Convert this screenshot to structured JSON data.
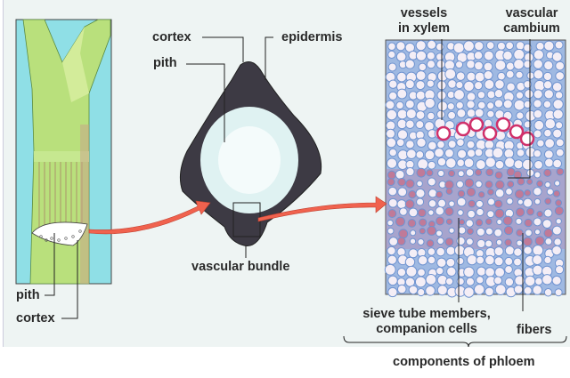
{
  "stem_panel": {
    "labels": {
      "pith": "pith",
      "cortex": "cortex"
    }
  },
  "cross_section": {
    "labels": {
      "cortex": "cortex",
      "epidermis": "epidermis",
      "pith": "pith",
      "vascular_bundle": "vascular bundle"
    }
  },
  "micrograph": {
    "labels": {
      "vessels_line1": "vessels",
      "vessels_line2": "in xylem",
      "cambium_line1": "vascular",
      "cambium_line2": "cambium",
      "sieve_line1": "sieve tube members,",
      "sieve_line2": "companion cells",
      "fibers": "fibers",
      "group": "components of phloem"
    }
  },
  "colors": {
    "arrow": "#f0624e",
    "stem": "#b8e07a",
    "stem_bg": "#8fdfe6",
    "label": "#2a2a2a"
  }
}
